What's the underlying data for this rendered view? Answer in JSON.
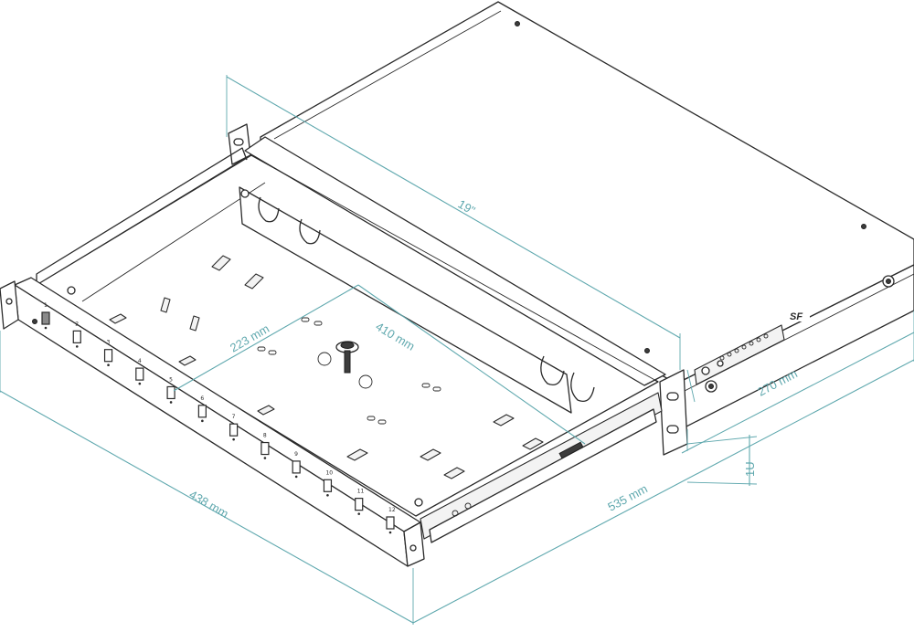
{
  "dimensions": {
    "rack_width": "19\"",
    "depth_tray": "410 mm",
    "tray_width": "223 mm",
    "front_width": "438 mm",
    "total_depth": "535 mm",
    "bracket_depth": "270 mm",
    "height": "1U"
  },
  "ports": [
    "1",
    "2",
    "3",
    "4",
    "5",
    "6",
    "7",
    "8",
    "9",
    "10",
    "11",
    "12"
  ],
  "logo": "SF",
  "colors": {
    "dimension_line": "#5fa8ae",
    "outline": "#2a2a2a"
  }
}
